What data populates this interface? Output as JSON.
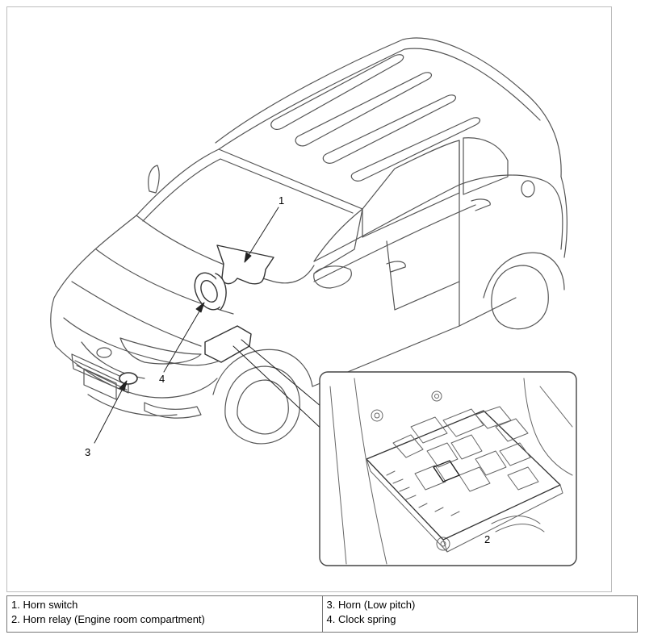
{
  "callouts": {
    "c1": "1",
    "c2": "2",
    "c3": "3",
    "c4": "4"
  },
  "legend": {
    "left": [
      "1. Horn switch",
      "2. Horn relay (Engine room compartment)"
    ],
    "right": [
      "3. Horn (Low pitch)",
      "4. Clock spring"
    ]
  }
}
